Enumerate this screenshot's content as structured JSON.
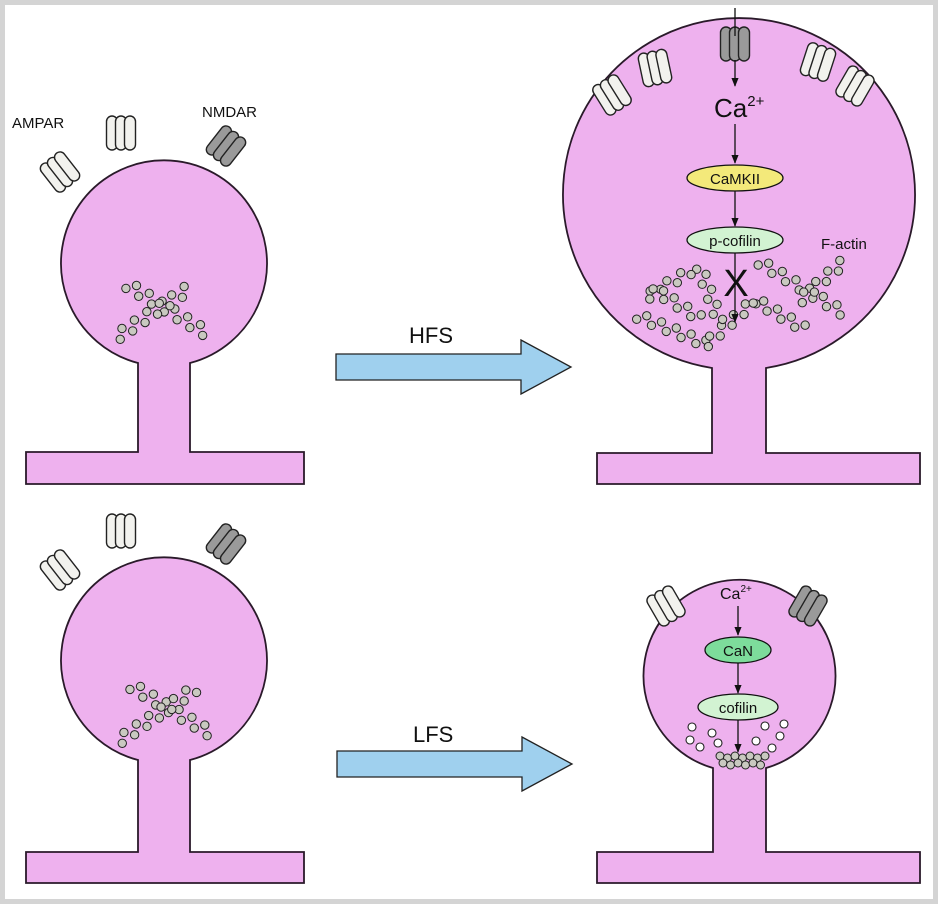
{
  "labels": {
    "ampar": "AMPAR",
    "nmdar": "NMDAR",
    "hfs": "HFS",
    "lfs": "LFS",
    "ca_large_base": "Ca",
    "ca_large_sup": "2+",
    "camkii": "CaMKII",
    "p_cofilin": "p-cofilin",
    "blocked": "X",
    "f_actin": "F-actin",
    "ca_small_base": "Ca",
    "ca_small_sup": "2+",
    "can": "CaN",
    "cofilin": "cofilin"
  },
  "colors": {
    "spine": "#eeb1ee",
    "outline": "#2a1a2a",
    "arrow": "#9fd0ee",
    "ampar_receptor": "#f2f2ee",
    "nmdar_receptor": "#9a9a9a",
    "camkii": "#f3e97a",
    "p_cofilin": "#d2f3d2",
    "can": "#7ddc9b",
    "cofilin": "#d2f3d2",
    "actin_bead": "#c9c9c0"
  },
  "icons": [
    "ampar-receptor-icon",
    "nmdar-receptor-icon",
    "f-actin-filament-icon",
    "stimulus-arrow-icon"
  ]
}
